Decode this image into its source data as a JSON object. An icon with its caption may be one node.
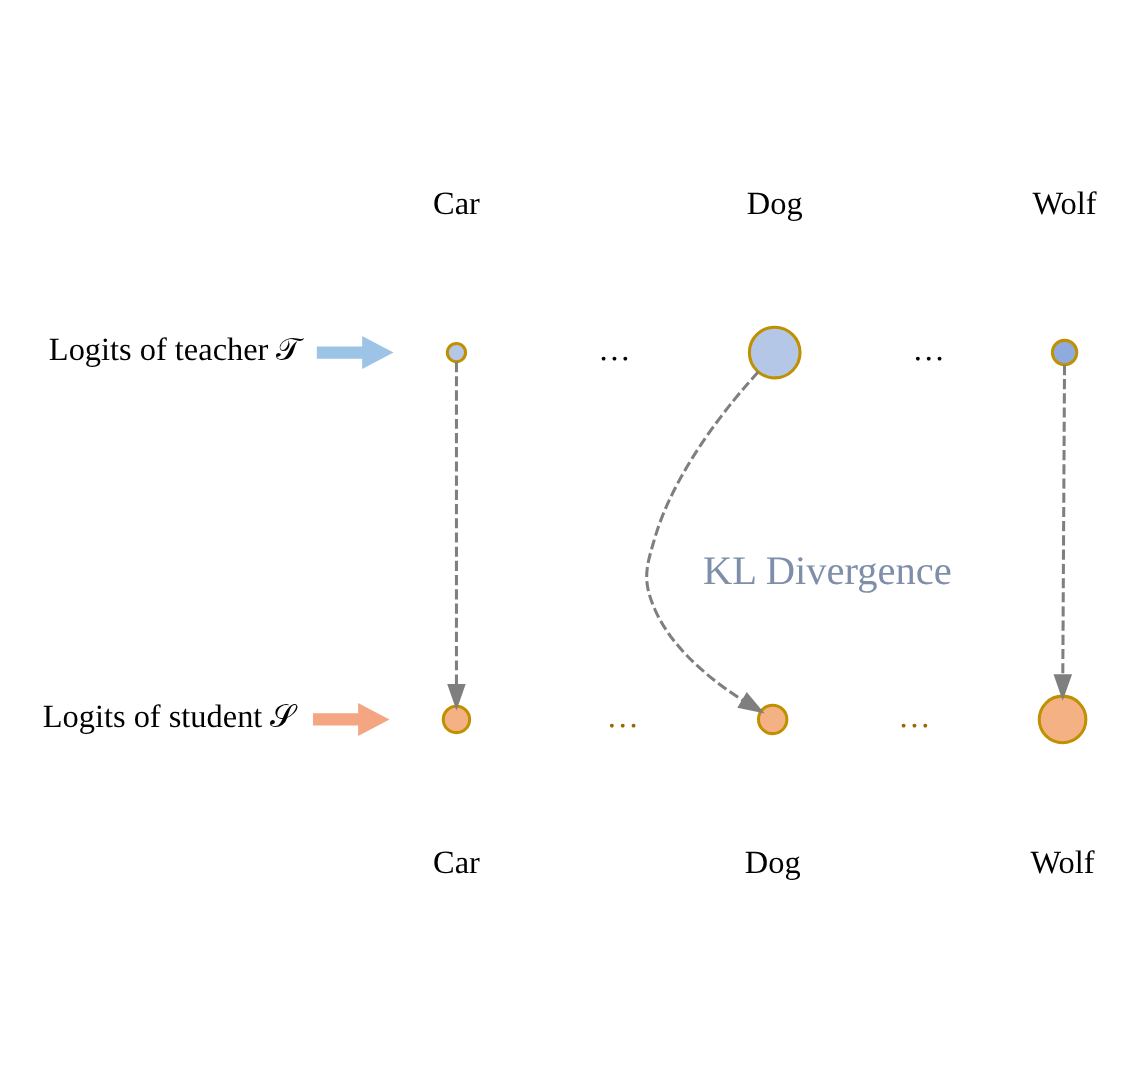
{
  "diagram": {
    "nodes": [
      {
        "text": [],
        "shape": "circle",
        "beside": [
          "Car"
        ]
      },
      {
        "text": [],
        "shape": "circle",
        "beside": [
          "Dog"
        ]
      },
      {
        "text": [],
        "shape": "circle",
        "beside": [
          "Wolf"
        ]
      },
      {
        "text": [],
        "shape": "circle",
        "beside": [
          "Car"
        ]
      },
      {
        "text": [],
        "shape": "circle",
        "beside": [
          "Dog"
        ]
      },
      {
        "text": [],
        "shape": "circle",
        "beside": [
          "Wolf"
        ]
      },
      {
        "text": [
          "Logits of teacher 𝒯"
        ]
      },
      {
        "text": [
          "Logits of student 𝒮"
        ]
      }
    ],
    "edges": [
      {
        "from": 0,
        "to": 3,
        "arrow": "to",
        "style": "dashed"
      },
      {
        "from": 1,
        "to": 4,
        "arrow": "to",
        "style": "dashed"
      },
      {
        "from": 2,
        "to": 5,
        "arrow": "to",
        "style": "dashed"
      },
      {
        "from": 6,
        "to": null,
        "arrow": "to",
        "style": "thick",
        "color": "#9dc3e6"
      },
      {
        "from": 7,
        "to": null,
        "arrow": "to",
        "style": "thick",
        "color": "#f4a582"
      }
    ],
    "labels": [
      "…",
      "…",
      "KL Divergence",
      "…",
      "…"
    ]
  }
}
